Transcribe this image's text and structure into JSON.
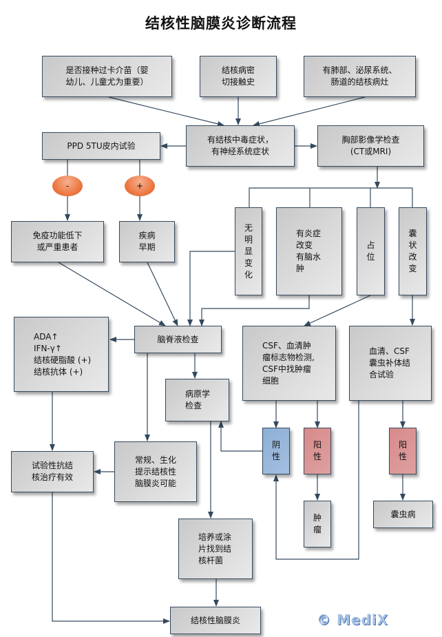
{
  "title": "结核性脑膜炎诊断流程",
  "nodes": {
    "bcg": "是否接种过卡介苗（婴\n幼儿、儿童尤为重要）",
    "contact": "结核病密\n切接触史",
    "focus": "有肺部、泌尿系统、\n肠道的结核病灶",
    "symptoms": "有结核中毒症状，\n有神经系统症状",
    "ppd": "PPD  5TU皮内试验",
    "imaging": "胸部影像学检查\n(CT或MRI)",
    "ppd_negative": "-",
    "ppd_positive": "+",
    "immuno_low": "免疫功能低下\n或严重患者",
    "early": "疾病\n早期",
    "no_change": "无\n明\n显\n变\n化",
    "inflammation": "有炎症\n改变\n有脑水\n肿",
    "space_occupying": "占\n位",
    "cystic": "囊\n状\n改\n变",
    "csf_tests": "ADA↑\nIFN-γ↑\n结核硬脂酸 (+)\n结核抗体 (+)",
    "csf_exam": "脑脊液检查",
    "tumor_markers": "CSF、血清肿\n瘤标志物检测,\nCSF中找肿瘤\n细胞",
    "cysticercus_test": "血清、CSF\n囊虫补体结\n合试验",
    "pathology": "病原学\n检查",
    "negative": "阴\n性",
    "positive_tumor": "阳\n性",
    "positive_cyst": "阳\n性",
    "routine": "常规、生化\n提示结核性\n脑膜炎可能",
    "trial_therapy": "试验性抗结\n核治疗有效",
    "tumor": "肿\n瘤",
    "cysticercosis": "囊虫病",
    "culture": "培养或涂\n片找到结\n核杆菌",
    "tbm": "结核性脑膜炎"
  },
  "watermark": "© MediX",
  "colors": {
    "line": "#34495e",
    "negative_box": "#95b3d7",
    "positive_box": "#d99594",
    "oval": "#ee7a45"
  }
}
